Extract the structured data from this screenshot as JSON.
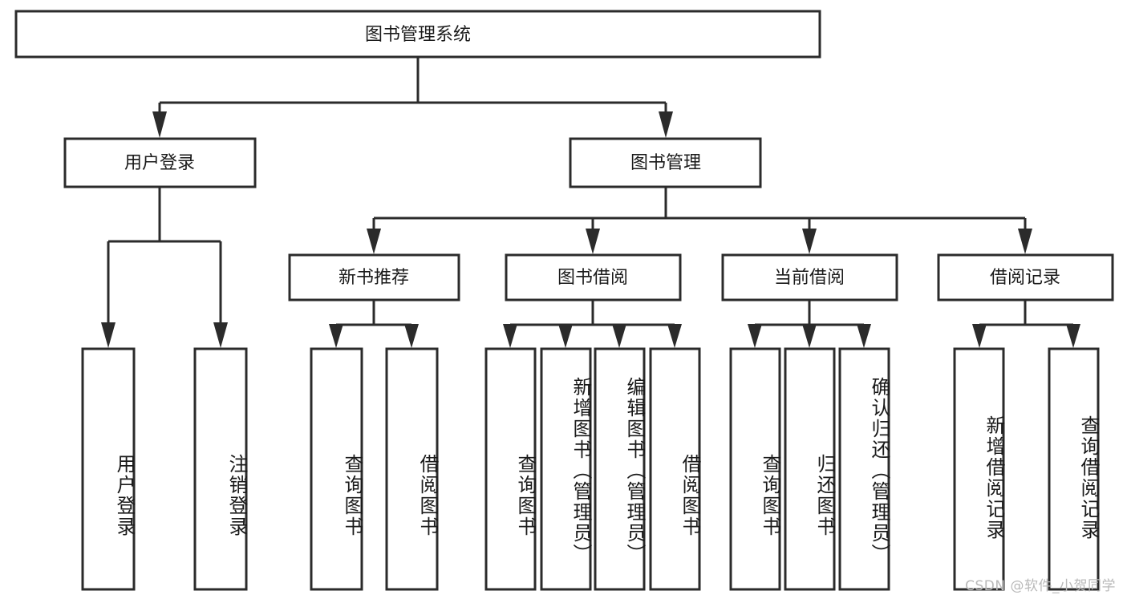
{
  "diagram": {
    "title": "图书管理系统",
    "watermark": "CSDN @软件_小贺同学",
    "type": "hierarchy-tree",
    "orientation": "top-down",
    "accent_color": "#2b2b2b",
    "box_fill": "#ffffff",
    "levels": 4,
    "root": {
      "id": "root",
      "label": "图书管理系统",
      "level": 0,
      "text_orientation": "horizontal"
    },
    "level1": [
      {
        "id": "user-login",
        "label": "用户登录",
        "level": 1,
        "text_orientation": "horizontal"
      },
      {
        "id": "book-manage",
        "label": "图书管理",
        "level": 1,
        "text_orientation": "horizontal"
      }
    ],
    "level2": [
      {
        "id": "new-book-recommend",
        "label": "新书推荐",
        "parent": "book-manage",
        "level": 2,
        "text_orientation": "horizontal"
      },
      {
        "id": "book-borrow",
        "label": "图书借阅",
        "parent": "book-manage",
        "level": 2,
        "text_orientation": "horizontal"
      },
      {
        "id": "current-borrow",
        "label": "当前借阅",
        "parent": "book-manage",
        "level": 2,
        "text_orientation": "horizontal"
      },
      {
        "id": "borrow-record",
        "label": "借阅记录",
        "parent": "book-manage",
        "level": 2,
        "text_orientation": "horizontal"
      }
    ],
    "leaves": [
      {
        "id": "leaf-user-login",
        "label": "用户登录",
        "parent": "user-login",
        "level": 2,
        "text_orientation": "vertical"
      },
      {
        "id": "leaf-logout",
        "label": "注销登录",
        "parent": "user-login",
        "level": 2,
        "text_orientation": "vertical"
      },
      {
        "id": "leaf-query-book-rec",
        "label": "查询图书",
        "parent": "new-book-recommend",
        "level": 3,
        "text_orientation": "vertical"
      },
      {
        "id": "leaf-borrow-book-rec",
        "label": "借阅图书",
        "parent": "new-book-recommend",
        "level": 3,
        "text_orientation": "vertical"
      },
      {
        "id": "leaf-query-book-borrow",
        "label": "查询图书",
        "parent": "book-borrow",
        "level": 3,
        "text_orientation": "vertical"
      },
      {
        "id": "leaf-add-book-admin",
        "label": "新增图书（管理员）",
        "parent": "book-borrow",
        "level": 3,
        "text_orientation": "vertical"
      },
      {
        "id": "leaf-edit-book-admin",
        "label": "编辑图书（管理员）",
        "parent": "book-borrow",
        "level": 3,
        "text_orientation": "vertical"
      },
      {
        "id": "leaf-borrow-book",
        "label": "借阅图书",
        "parent": "book-borrow",
        "level": 3,
        "text_orientation": "vertical"
      },
      {
        "id": "leaf-query-book-cur",
        "label": "查询图书",
        "parent": "current-borrow",
        "level": 3,
        "text_orientation": "vertical"
      },
      {
        "id": "leaf-return-book",
        "label": "归还图书",
        "parent": "current-borrow",
        "level": 3,
        "text_orientation": "vertical"
      },
      {
        "id": "leaf-confirm-return-admin",
        "label": "确认归还（管理员）",
        "parent": "current-borrow",
        "level": 3,
        "text_orientation": "vertical"
      },
      {
        "id": "leaf-add-borrow-record",
        "label": "新增借阅记录",
        "parent": "borrow-record",
        "level": 3,
        "text_orientation": "vertical"
      },
      {
        "id": "leaf-query-borrow-record",
        "label": "查询借阅记录",
        "parent": "borrow-record",
        "level": 3,
        "text_orientation": "vertical"
      }
    ]
  }
}
